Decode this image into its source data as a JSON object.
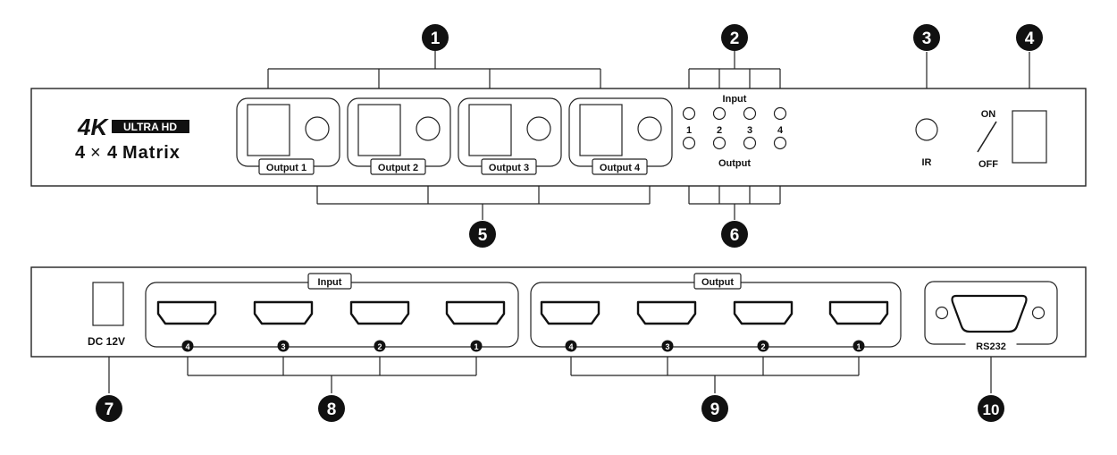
{
  "front": {
    "logo_big": "4K",
    "logo_small": "ULTRA HD",
    "model_a": "4",
    "model_x": "×",
    "model_b": "4",
    "model_word": "Matrix",
    "outputs": [
      "Output 1",
      "Output 2",
      "Output 3",
      "Output 4"
    ],
    "led_title_top": "Input",
    "led_title_bottom": "Output",
    "led_numbers": [
      "1",
      "2",
      "3",
      "4"
    ],
    "ir_label": "IR",
    "switch_on": "ON",
    "switch_off": "OFF"
  },
  "back": {
    "power_label": "DC 12V",
    "input_group_label": "Input",
    "output_group_label": "Output",
    "rs232_label": "RS232",
    "port_numbers": [
      "4",
      "3",
      "2",
      "1"
    ]
  },
  "callouts": [
    "1",
    "2",
    "3",
    "4",
    "5",
    "6",
    "7",
    "8",
    "9",
    "10"
  ]
}
